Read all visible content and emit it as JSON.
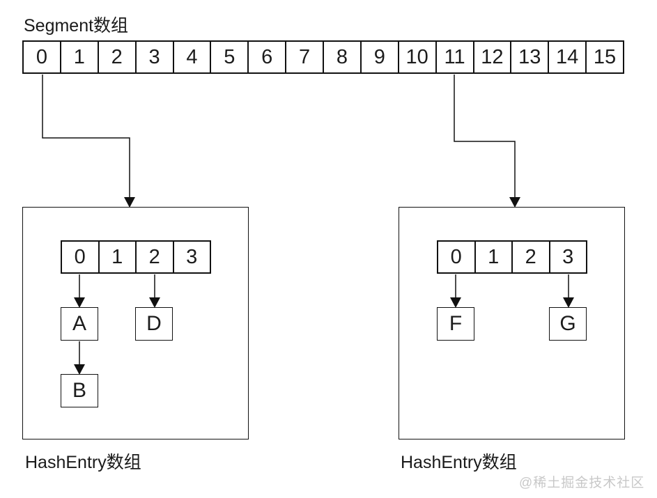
{
  "segment": {
    "label": "Segment数组",
    "cells": [
      "0",
      "1",
      "2",
      "3",
      "4",
      "5",
      "6",
      "7",
      "8",
      "9",
      "10",
      "11",
      "12",
      "13",
      "14",
      "15"
    ]
  },
  "left_bucket": {
    "label": "HashEntry数组",
    "cells": [
      "0",
      "1",
      "2",
      "3"
    ],
    "nodes": [
      "A",
      "D",
      "B"
    ]
  },
  "right_bucket": {
    "label": "HashEntry数组",
    "cells": [
      "0",
      "1",
      "2",
      " 3"
    ],
    "nodes": [
      "F",
      "G"
    ]
  },
  "watermark": "@稀土掘金技术社区",
  "colors": {
    "line": "#111111",
    "text": "#1c1c1c",
    "watermark": "#c8c8c8",
    "background": "#ffffff"
  }
}
